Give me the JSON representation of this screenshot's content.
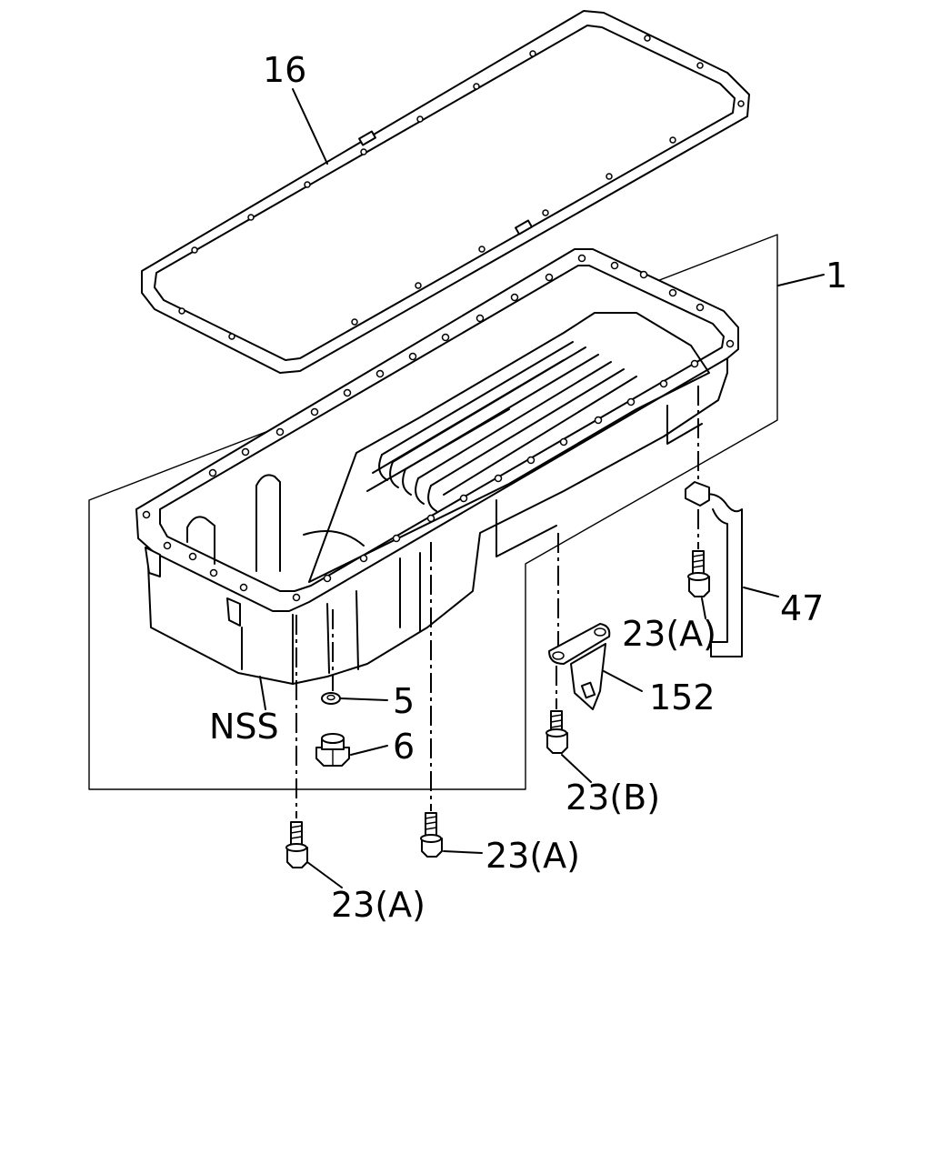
{
  "labels": {
    "gasket": "16",
    "oil_pan": "1",
    "not_serviced": "NSS",
    "washer": "5",
    "drain_plug": "6",
    "bracket": "152",
    "pipe": "47",
    "bolt_a_left": "23(A)",
    "bolt_a_center": "23(A)",
    "bolt_a_right": "23(A)",
    "bolt_b": "23(B)"
  },
  "colors": {
    "line": "#000000",
    "background": "#ffffff"
  }
}
